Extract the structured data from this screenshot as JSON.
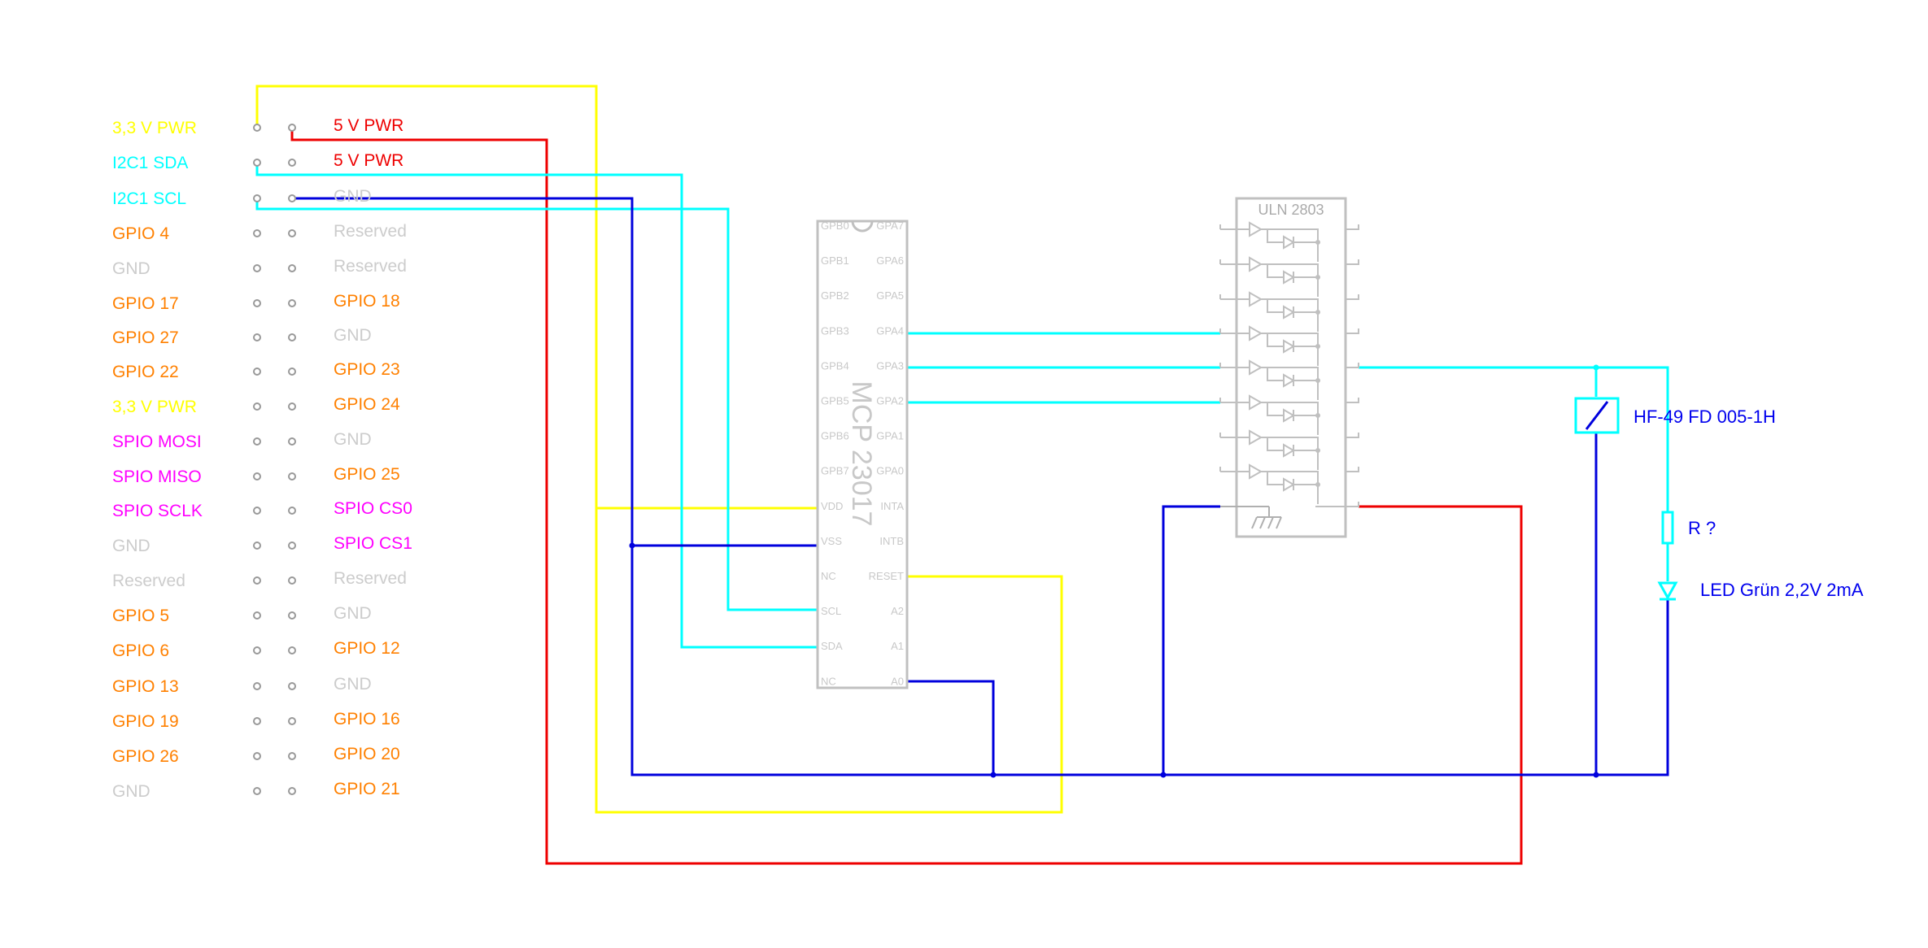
{
  "colors": {
    "yellow": "#ffff00",
    "cyan": "#00ffff",
    "blue": "#0000dd",
    "red": "#ee0000",
    "orange": "#ff8000",
    "magenta": "#ff00ff",
    "gray": "#cccccc",
    "component": "#c0c0c0",
    "label_blue": "#0000ee"
  },
  "header": {
    "left": [
      {
        "text": "3,3 V PWR",
        "color": "yellow"
      },
      {
        "text": "I2C1 SDA",
        "color": "cyan"
      },
      {
        "text": "I2C1 SCL",
        "color": "cyan"
      },
      {
        "text": "GPIO 4",
        "color": "orange"
      },
      {
        "text": "GND",
        "color": "gray"
      },
      {
        "text": "GPIO 17",
        "color": "orange"
      },
      {
        "text": "GPIO 27",
        "color": "orange"
      },
      {
        "text": "GPIO 22",
        "color": "orange"
      },
      {
        "text": "3,3 V PWR",
        "color": "yellow"
      },
      {
        "text": "SPIO MOSI",
        "color": "magenta"
      },
      {
        "text": "SPIO MISO",
        "color": "magenta"
      },
      {
        "text": "SPIO SCLK",
        "color": "magenta"
      },
      {
        "text": "GND",
        "color": "gray"
      },
      {
        "text": "Reserved",
        "color": "gray"
      },
      {
        "text": "GPIO 5",
        "color": "orange"
      },
      {
        "text": "GPIO 6",
        "color": "orange"
      },
      {
        "text": "GPIO 13",
        "color": "orange"
      },
      {
        "text": "GPIO 19",
        "color": "orange"
      },
      {
        "text": "GPIO 26",
        "color": "orange"
      },
      {
        "text": "GND",
        "color": "gray"
      }
    ],
    "right": [
      {
        "text": "5 V PWR",
        "color": "red"
      },
      {
        "text": "5 V PWR",
        "color": "red"
      },
      {
        "text": "GND",
        "color": "gray"
      },
      {
        "text": "Reserved",
        "color": "gray"
      },
      {
        "text": "Reserved",
        "color": "gray"
      },
      {
        "text": "GPIO 18",
        "color": "orange"
      },
      {
        "text": "GND",
        "color": "gray"
      },
      {
        "text": "GPIO 23",
        "color": "orange"
      },
      {
        "text": "GPIO 24",
        "color": "orange"
      },
      {
        "text": "GND",
        "color": "gray"
      },
      {
        "text": "GPIO 25",
        "color": "orange"
      },
      {
        "text": "SPIO CS0",
        "color": "magenta"
      },
      {
        "text": "SPIO CS1",
        "color": "magenta"
      },
      {
        "text": "Reserved",
        "color": "gray"
      },
      {
        "text": "GND",
        "color": "gray"
      },
      {
        "text": "GPIO 12",
        "color": "orange"
      },
      {
        "text": "GND",
        "color": "gray"
      },
      {
        "text": "GPIO 16",
        "color": "orange"
      },
      {
        "text": "GPIO 20",
        "color": "orange"
      },
      {
        "text": "GPIO 21",
        "color": "orange"
      }
    ]
  },
  "mcp": {
    "name": "MCP 23017",
    "left_pins": [
      "GPB0",
      "GPB1",
      "GPB2",
      "GPB3",
      "GPB4",
      "GPB5",
      "GPB6",
      "GPB7",
      "VDD",
      "VSS",
      "NC",
      "SCL",
      "SDA",
      "NC"
    ],
    "right_pins": [
      "GPA7",
      "GPA6",
      "GPA5",
      "GPA4",
      "GPA3",
      "GPA2",
      "GPA1",
      "GPA0",
      "INTA",
      "INTB",
      "RESET",
      "A2",
      "A1",
      "A0"
    ]
  },
  "uln": {
    "name": "ULN 2803"
  },
  "relay": {
    "label": "HF-49 FD 005-1H"
  },
  "resistor": {
    "label": "R ?"
  },
  "led": {
    "label": "LED Grün 2,2V 2mA"
  }
}
